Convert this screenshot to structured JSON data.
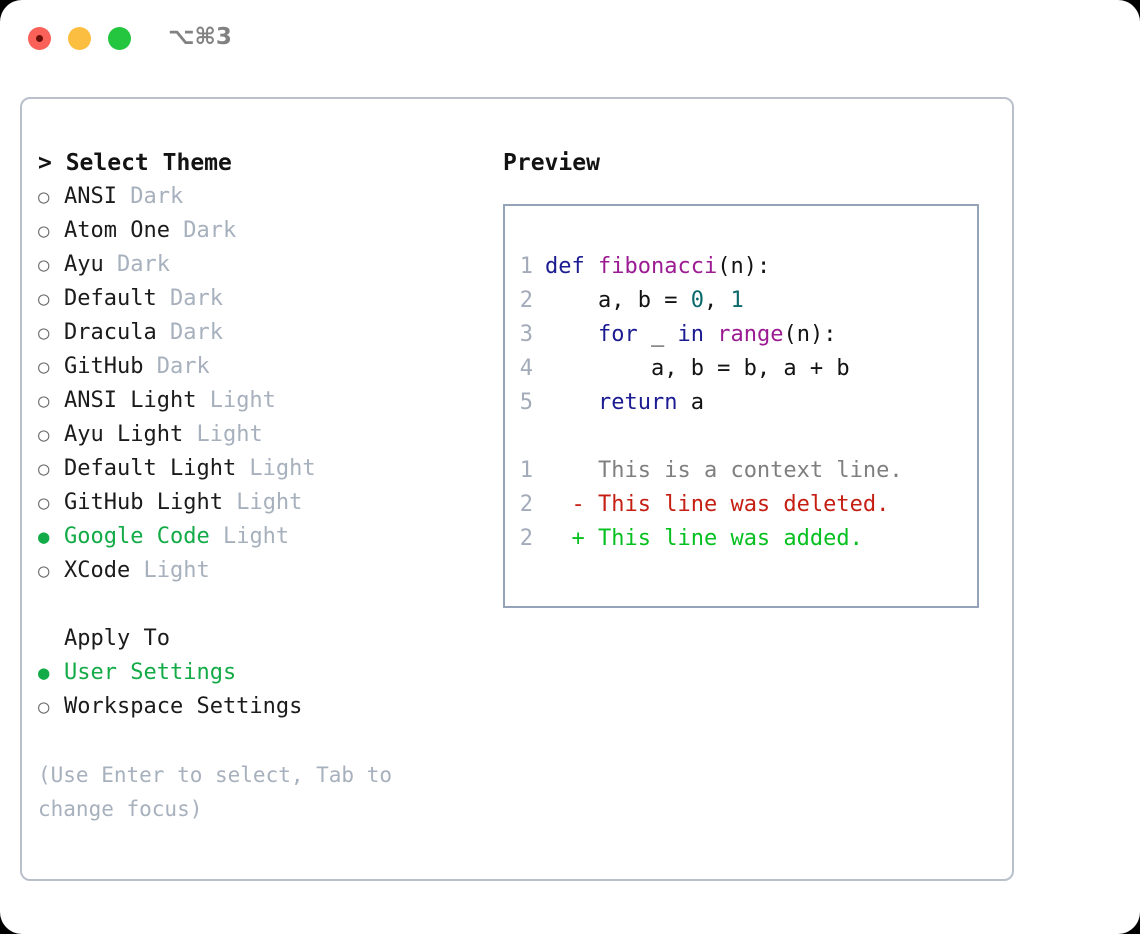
{
  "titlebar": {
    "shortcut": "⌥⌘3",
    "close_label": "close",
    "minimize_label": "minimize",
    "maximize_label": "maximize"
  },
  "theme_picker": {
    "header": "> Select Theme",
    "marker_selected": "●",
    "marker_unselected": "○",
    "items": [
      {
        "name": "ANSI",
        "category": "Dark",
        "selected": false
      },
      {
        "name": "Atom One",
        "category": "Dark",
        "selected": false
      },
      {
        "name": "Ayu",
        "category": "Dark",
        "selected": false
      },
      {
        "name": "Default",
        "category": "Dark",
        "selected": false
      },
      {
        "name": "Dracula",
        "category": "Dark",
        "selected": false
      },
      {
        "name": "GitHub",
        "category": "Dark",
        "selected": false
      },
      {
        "name": "ANSI Light",
        "category": "Light",
        "selected": false
      },
      {
        "name": "Ayu Light",
        "category": "Light",
        "selected": false
      },
      {
        "name": "Default Light",
        "category": "Light",
        "selected": false
      },
      {
        "name": "GitHub Light",
        "category": "Light",
        "selected": false
      },
      {
        "name": "Google Code",
        "category": "Light",
        "selected": true
      },
      {
        "name": "XCode",
        "category": "Light",
        "selected": false
      }
    ]
  },
  "apply_to": {
    "header": "Apply To",
    "items": [
      {
        "name": "User Settings",
        "selected": true
      },
      {
        "name": "Workspace Settings",
        "selected": false
      }
    ]
  },
  "hint": "(Use Enter to select, Tab to change focus)",
  "preview": {
    "title": "Preview",
    "code_lines": [
      {
        "num": "1",
        "tokens": [
          {
            "t": "def ",
            "c": "kw"
          },
          {
            "t": "fibonacci",
            "c": "fn"
          },
          {
            "t": "(n):",
            "c": "pln"
          }
        ]
      },
      {
        "num": "2",
        "tokens": [
          {
            "t": "    a, b = ",
            "c": "pln"
          },
          {
            "t": "0",
            "c": "num"
          },
          {
            "t": ", ",
            "c": "pln"
          },
          {
            "t": "1",
            "c": "num"
          }
        ]
      },
      {
        "num": "3",
        "tokens": [
          {
            "t": "    ",
            "c": "pln"
          },
          {
            "t": "for",
            "c": "kw"
          },
          {
            "t": " _ ",
            "c": "pln"
          },
          {
            "t": "in",
            "c": "kw"
          },
          {
            "t": " ",
            "c": "pln"
          },
          {
            "t": "range",
            "c": "fn"
          },
          {
            "t": "(n):",
            "c": "pln"
          }
        ]
      },
      {
        "num": "4",
        "tokens": [
          {
            "t": "        a, b = b, a + b",
            "c": "pln"
          }
        ]
      },
      {
        "num": "5",
        "tokens": [
          {
            "t": "    ",
            "c": "pln"
          },
          {
            "t": "return",
            "c": "kw"
          },
          {
            "t": " a",
            "c": "pln"
          }
        ]
      }
    ],
    "diff_lines": [
      {
        "num": "1",
        "marker": " ",
        "text": " This is a context line.",
        "kind": "ctx"
      },
      {
        "num": "2",
        "marker": "-",
        "text": " This line was deleted.",
        "kind": "del"
      },
      {
        "num": "2",
        "marker": "+",
        "text": " This line was added.",
        "kind": "add"
      }
    ]
  },
  "colors": {
    "accent_green": "#13ab47",
    "muted": "#a7b0bd",
    "panel_border": "#b9c0cb",
    "preview_border": "#94a3b8",
    "keyword": "#1b1b92",
    "function": "#9b1b92",
    "number": "#0c6a6a",
    "diff_delete": "#c51f14",
    "diff_add": "#06c020",
    "diff_context": "#7f7f7f",
    "line_number": "#a3abba"
  }
}
